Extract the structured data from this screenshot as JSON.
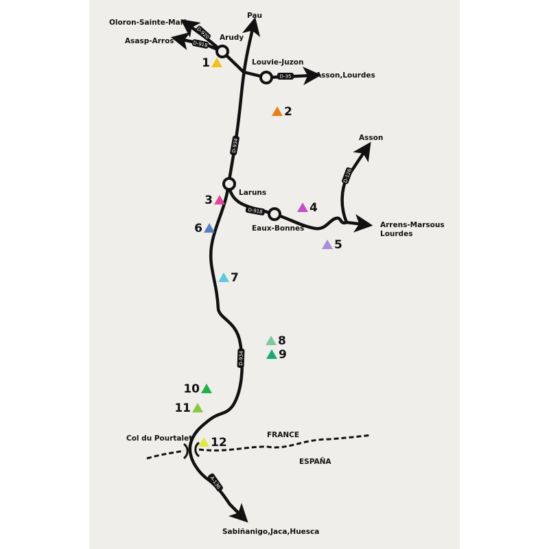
{
  "places": {
    "pau": "Pau",
    "oloron": "Oloron-Sainte-Marie",
    "asasp": "Asasp-Arros",
    "arudy": "Arudy",
    "louvie": "Louvie-Juzon",
    "asson_lourdes": "Asson,Lourdes",
    "asson": "Asson",
    "laruns": "Laruns",
    "eaux_bonnes": "Eaux-Bonnes",
    "arrens": "Arrens-Marsous",
    "lourdes": "Lourdes",
    "pourtalet": "Col du Pourtalet",
    "france": "FRANCE",
    "espana": "ESPAÑA",
    "sabinanigo": "Sabiñanigo,Jaca,Huesca"
  },
  "roads": {
    "d920": "D-920",
    "d918a": "D-918",
    "d35": "D-35",
    "d934a": "D-934",
    "d918b": "D-918",
    "d126": "D-126",
    "d934b": "D-934",
    "a136": "A-136"
  },
  "markers": [
    {
      "label": "1",
      "color": "#f2c21a"
    },
    {
      "label": "2",
      "color": "#e8801a"
    },
    {
      "label": "3",
      "color": "#e0489a"
    },
    {
      "label": "4",
      "color": "#c24fc4"
    },
    {
      "label": "5",
      "color": "#a68fd8"
    },
    {
      "label": "6",
      "color": "#5a7fc0"
    },
    {
      "label": "7",
      "color": "#5cc8e2"
    },
    {
      "label": "8",
      "color": "#80c89c"
    },
    {
      "label": "9",
      "color": "#1aa878"
    },
    {
      "label": "10",
      "color": "#22b04a"
    },
    {
      "label": "11",
      "color": "#8cc83c"
    },
    {
      "label": "12",
      "color": "#e2e840"
    }
  ]
}
